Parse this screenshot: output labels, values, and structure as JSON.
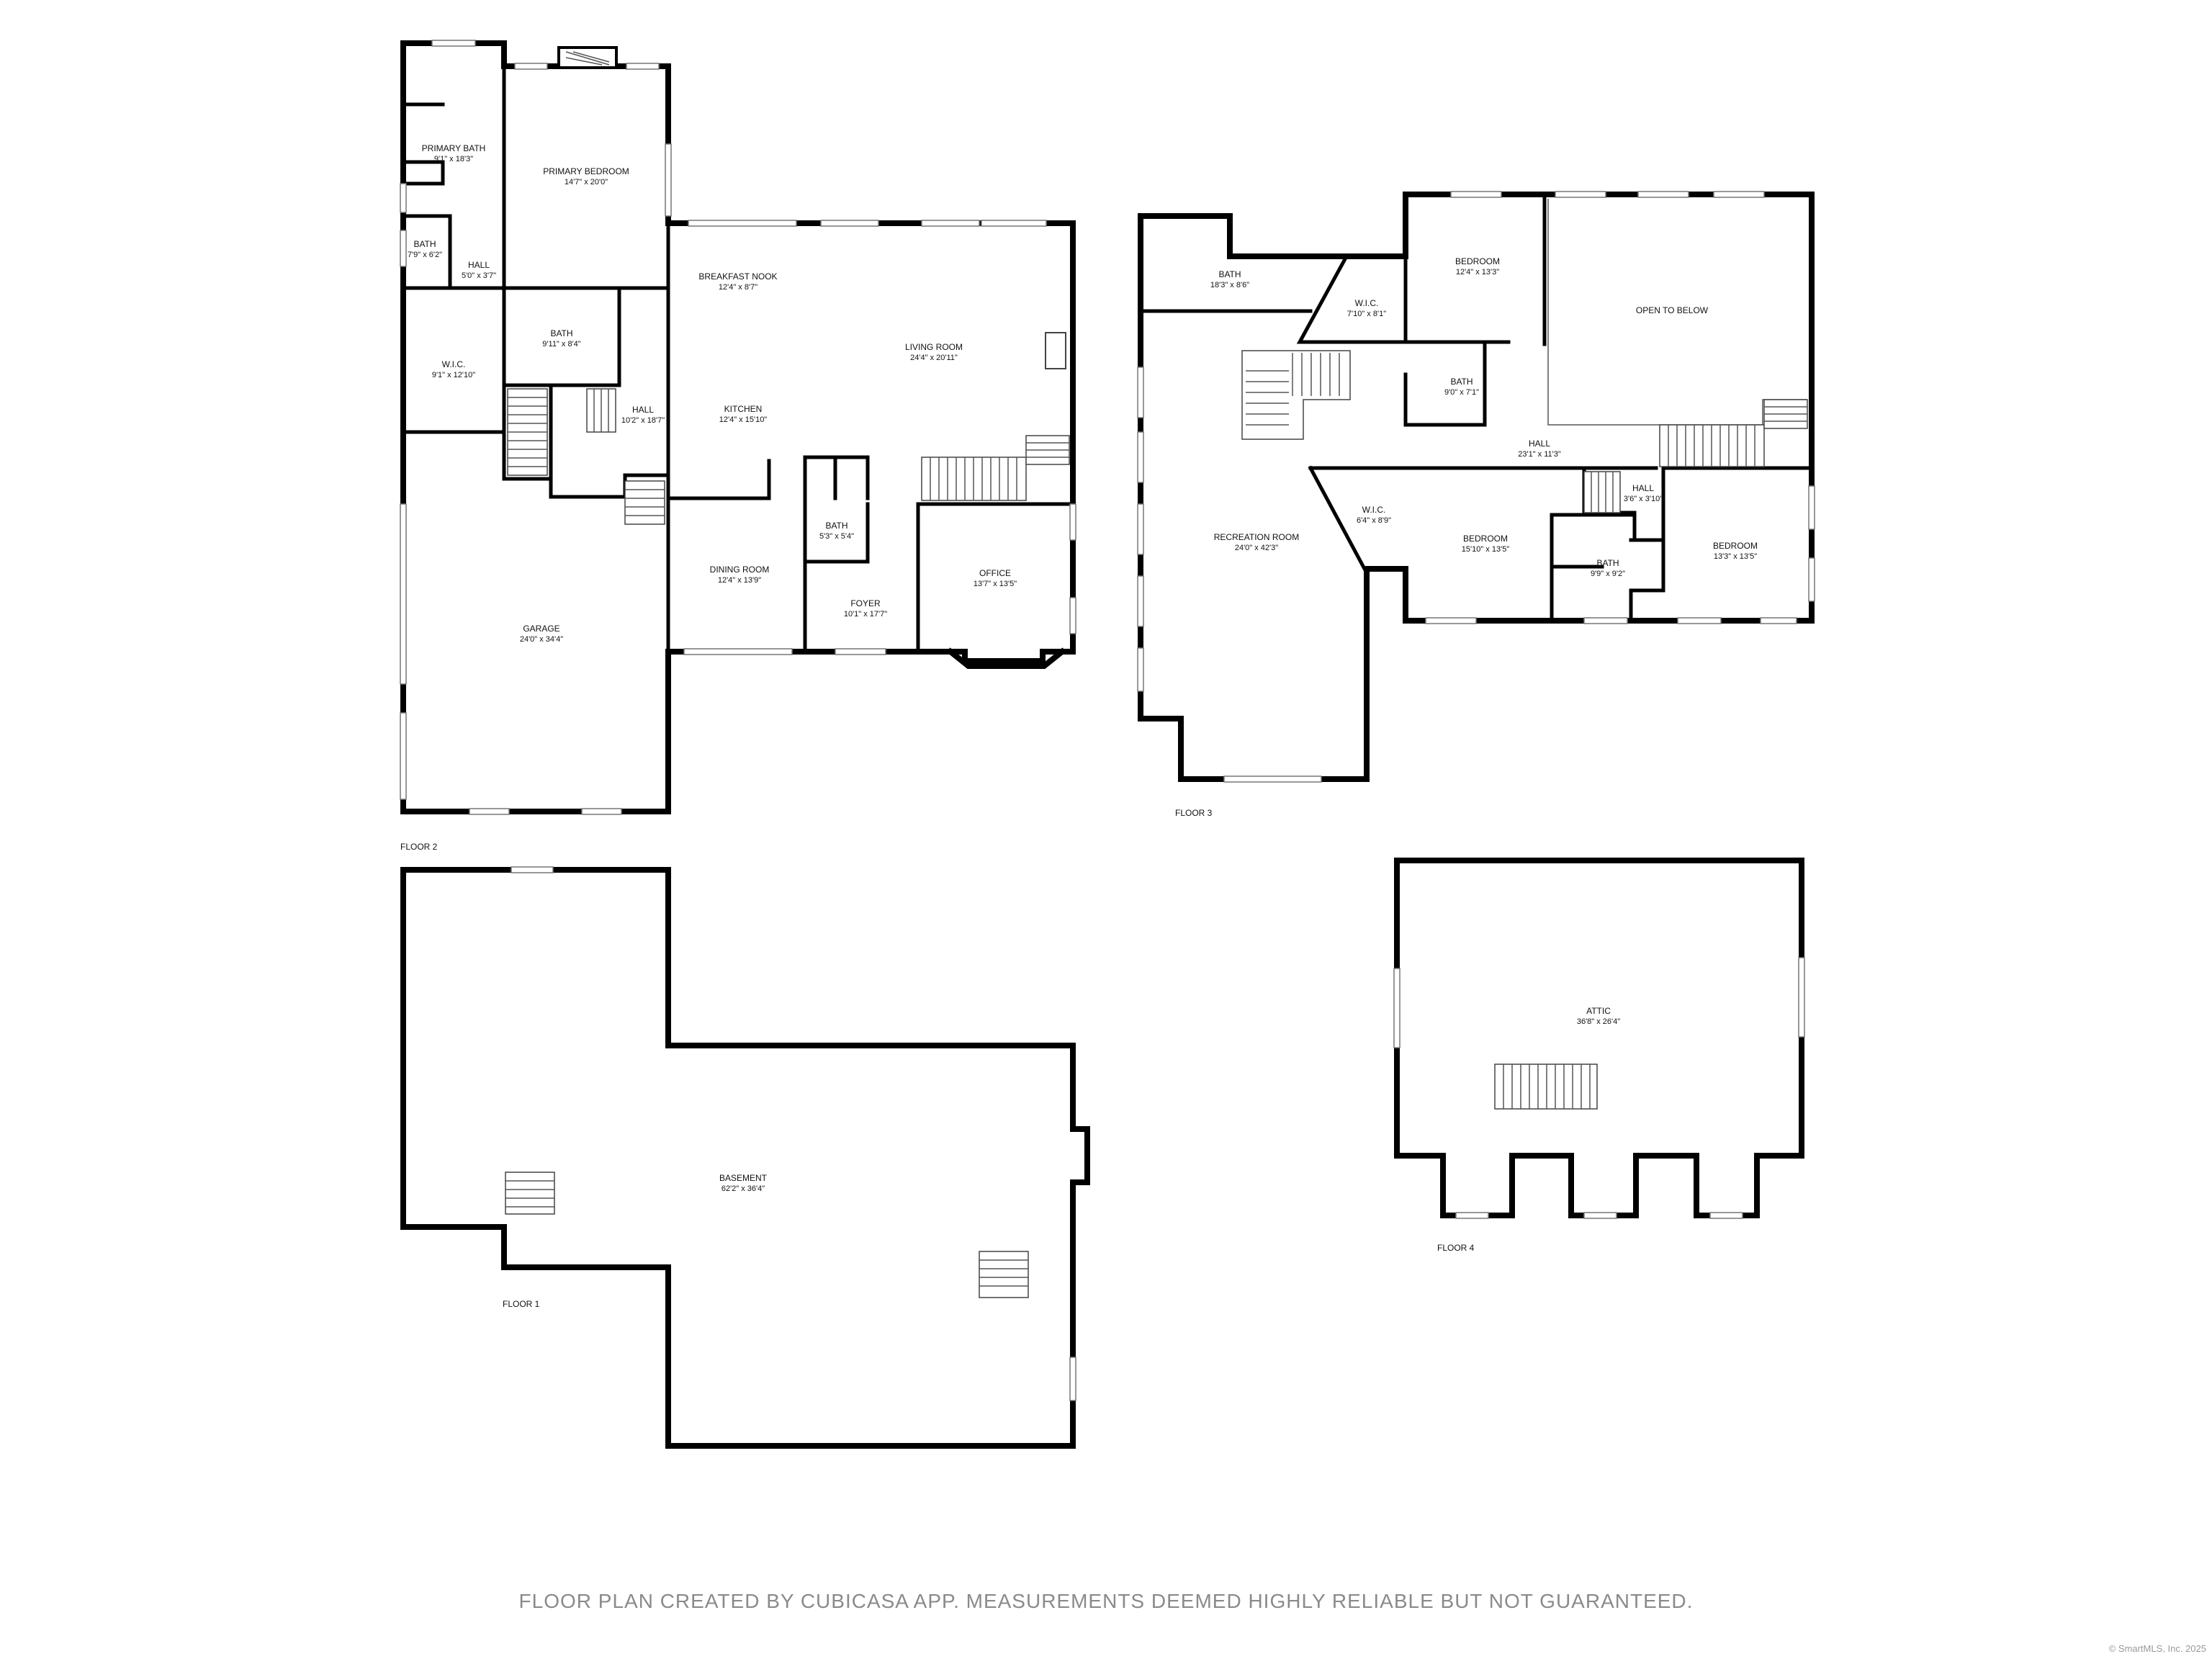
{
  "floors": {
    "floor1": {
      "label": "FLOOR 1",
      "rooms": [
        {
          "name": "BASEMENT",
          "dim": "62'2\" x 36'4\""
        }
      ]
    },
    "floor2": {
      "label": "FLOOR 2",
      "rooms": [
        {
          "name": "PRIMARY BATH",
          "dim": "9'1\" x 18'3\""
        },
        {
          "name": "PRIMARY BEDROOM",
          "dim": "14'7\" x 20'0\""
        },
        {
          "name": "BATH",
          "dim": "7'9\" x 6'2\""
        },
        {
          "name": "HALL",
          "dim": "5'0\" x 3'7\""
        },
        {
          "name": "BATH",
          "dim": "9'11\" x 8'4\""
        },
        {
          "name": "W.I.C.",
          "dim": "9'1\" x 12'10\""
        },
        {
          "name": "HALL",
          "dim": "10'2\" x 18'7\""
        },
        {
          "name": "BREAKFAST NOOK",
          "dim": "12'4\" x 8'7\""
        },
        {
          "name": "LIVING ROOM",
          "dim": "24'4\" x 20'11\""
        },
        {
          "name": "KITCHEN",
          "dim": "12'4\" x 15'10\""
        },
        {
          "name": "BATH",
          "dim": "5'3\" x 5'4\""
        },
        {
          "name": "DINING ROOM",
          "dim": "12'4\" x 13'9\""
        },
        {
          "name": "FOYER",
          "dim": "10'1\" x 17'7\""
        },
        {
          "name": "OFFICE",
          "dim": "13'7\" x 13'5\""
        },
        {
          "name": "GARAGE",
          "dim": "24'0\" x 34'4\""
        }
      ]
    },
    "floor3": {
      "label": "FLOOR 3",
      "rooms": [
        {
          "name": "BATH",
          "dim": "18'3\" x 8'6\""
        },
        {
          "name": "W.I.C.",
          "dim": "7'10\" x 8'1\""
        },
        {
          "name": "BEDROOM",
          "dim": "12'4\" x 13'3\""
        },
        {
          "name": "OPEN TO BELOW",
          "dim": ""
        },
        {
          "name": "BATH",
          "dim": "9'0\" x 7'1\""
        },
        {
          "name": "HALL",
          "dim": "23'1\" x 11'3\""
        },
        {
          "name": "RECREATION ROOM",
          "dim": "24'0\" x 42'3\""
        },
        {
          "name": "W.I.C.",
          "dim": "6'4\" x 8'9\""
        },
        {
          "name": "BEDROOM",
          "dim": "15'10\" x 13'5\""
        },
        {
          "name": "HALL",
          "dim": "3'6\" x 3'10\""
        },
        {
          "name": "BATH",
          "dim": "9'9\" x 9'2\""
        },
        {
          "name": "BEDROOM",
          "dim": "13'3\" x 13'5\""
        }
      ]
    },
    "floor4": {
      "label": "FLOOR 4",
      "rooms": [
        {
          "name": "ATTIC",
          "dim": "36'8\" x 26'4\""
        }
      ]
    }
  },
  "footer": "FLOOR PLAN CREATED BY CUBICASA APP. MEASUREMENTS DEEMED HIGHLY RELIABLE BUT NOT GUARANTEED.",
  "copyright": "© SmartMLS, Inc. 2025"
}
